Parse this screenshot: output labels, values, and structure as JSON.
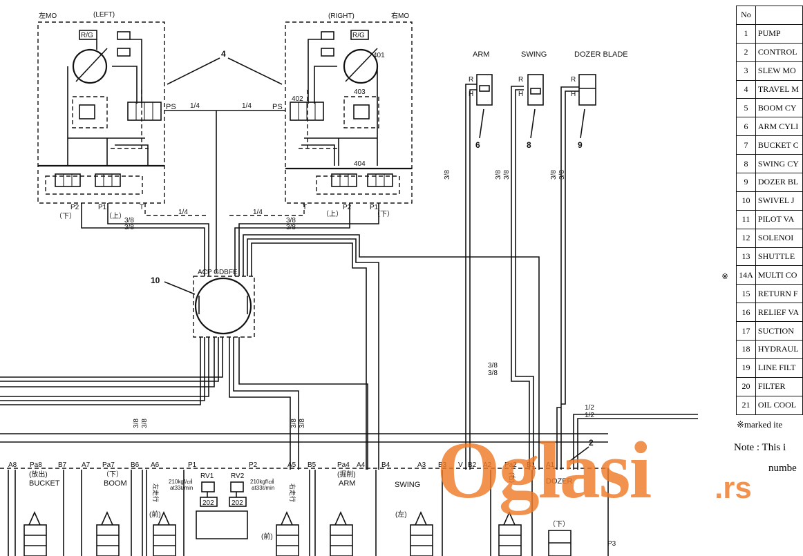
{
  "motor_left": {
    "title": "(LEFT)",
    "tag": "左MO",
    "rg": "R/G",
    "ps": "PS",
    "p2": "P2",
    "p1": "P1",
    "t": "T",
    "down": "（下）",
    "up": "（上）"
  },
  "motor_right": {
    "title": "(RIGHT)",
    "tag": "右MO",
    "rg": "R/G",
    "ps": "PS",
    "p2": "P2",
    "p1": "P1",
    "t": "T",
    "down": "（下）",
    "up": "（上）",
    "n401": "401",
    "n402": "402",
    "n403": "403",
    "n404": "404"
  },
  "callouts": {
    "c4": "4",
    "c6": "6",
    "c8": "8",
    "c9": "9",
    "c10": "10",
    "c2": "2"
  },
  "pipes": {
    "q14": "1/4",
    "q38": "3/8",
    "q12": "1/2"
  },
  "cylinders": {
    "arm": {
      "label": "ARM",
      "r": "R",
      "h": "H"
    },
    "swing": {
      "label": "SWING",
      "r": "R",
      "h": "H"
    },
    "dozer": {
      "label": "DOZER BLADE",
      "r": "R",
      "h": "H"
    }
  },
  "swivel_ports": "ACP GDBFE",
  "valve": {
    "ports": [
      "A8",
      "Pa8",
      "B7",
      "A7",
      "Pa7",
      "B6",
      "A6",
      "P1",
      "P2",
      "A5",
      "B5",
      "Pa4",
      "A4",
      "B4",
      "A3",
      "B3",
      "V",
      "B2",
      "A2",
      "Pa2",
      "B1",
      "A1",
      "P3"
    ],
    "sections": [
      "BUCKET",
      "BOOM",
      "ARM",
      "SWING",
      "DOZER"
    ],
    "sub": {
      "bucket": "(放出)",
      "boom": "（下）",
      "arm": "(掘削)",
      "dozer": "（下）",
      "swing_l": "(左)",
      "front": "(前)",
      "kanji_a6": "左走行",
      "kanji_a5": "右走行",
      "kanji_pa2": "(右)"
    },
    "rv1": "RV1",
    "rv2": "RV2",
    "n202a": "202",
    "n202b": "202",
    "relief_l": [
      "210kgf/㎠",
      "at33ℓ/min"
    ],
    "relief_r": [
      "210kgf/㎠",
      "at33ℓ/min"
    ]
  },
  "parts_header": {
    "no": "No"
  },
  "parts": [
    {
      "no": "1",
      "name": "PUMP"
    },
    {
      "no": "2",
      "name": "CONTROL"
    },
    {
      "no": "3",
      "name": "SLEW MO"
    },
    {
      "no": "4",
      "name": "TRAVEL M"
    },
    {
      "no": "5",
      "name": "BOOM CY"
    },
    {
      "no": "6",
      "name": "ARM CYLI"
    },
    {
      "no": "7",
      "name": "BUCKET C"
    },
    {
      "no": "8",
      "name": "SWING CY"
    },
    {
      "no": "9",
      "name": "DOZER BL"
    },
    {
      "no": "10",
      "name": "SWIVEL J"
    },
    {
      "no": "11",
      "name": "PILOT VA"
    },
    {
      "no": "12",
      "name": "SOLENOI"
    },
    {
      "no": "13",
      "name": "SHUTTLE"
    },
    {
      "no": "14A",
      "name": "MULTI CO"
    },
    {
      "no": "15",
      "name": "RETURN F"
    },
    {
      "no": "16",
      "name": "RELIEF VA"
    },
    {
      "no": "17",
      "name": "SUCTION"
    },
    {
      "no": "18",
      "name": "HYDRAUL"
    },
    {
      "no": "19",
      "name": "LINE FILT"
    },
    {
      "no": "20",
      "name": "FILTER"
    },
    {
      "no": "21",
      "name": "OIL COOL"
    }
  ],
  "marker": "※",
  "notes": {
    "marked": "※marked ite",
    "note": "Note : This i",
    "number": "numbe"
  },
  "watermark": {
    "main": "Oglasi",
    "suffix": ".rs"
  }
}
